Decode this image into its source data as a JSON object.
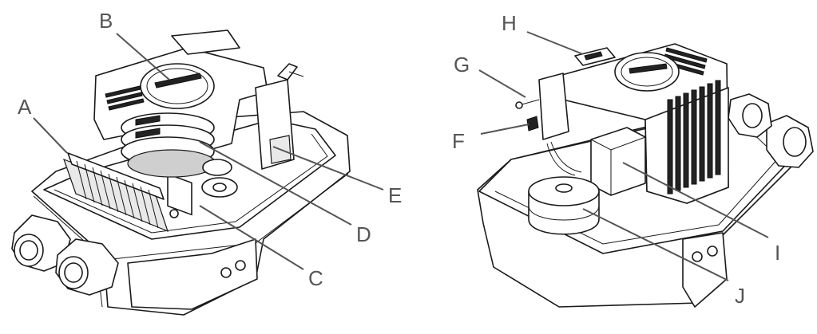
{
  "labels": {
    "A": "A",
    "B": "B",
    "C": "C",
    "D": "D",
    "E": "E",
    "F": "F",
    "G": "G",
    "H": "H",
    "I": "I",
    "J": "J"
  },
  "colors": {
    "label": "#555555",
    "ink": "#1a1a1a",
    "shade": "#e9e9e9"
  }
}
